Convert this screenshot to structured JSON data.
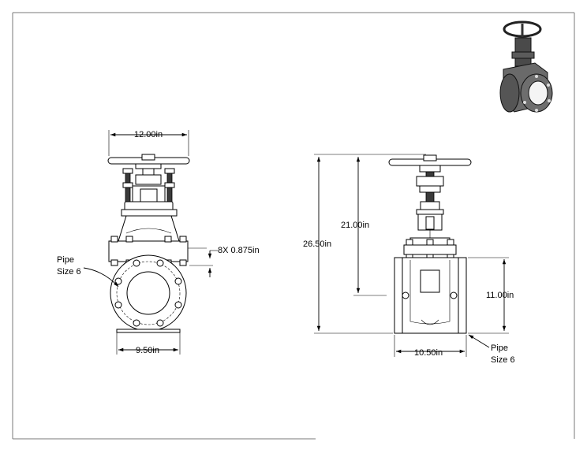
{
  "front_view": {
    "width_label": "12.00in",
    "bolt_label": "8X 0.875in",
    "pipe_label_line1": "Pipe",
    "pipe_label_line2": "Size 6",
    "flange_label": "9.50in"
  },
  "side_view": {
    "height_label": "26.50in",
    "stem_label": "21.00in",
    "body_label": "11.00in",
    "length_label": "10.50in",
    "pipe_label_line1": "Pipe",
    "pipe_label_line2": "Size 6"
  }
}
